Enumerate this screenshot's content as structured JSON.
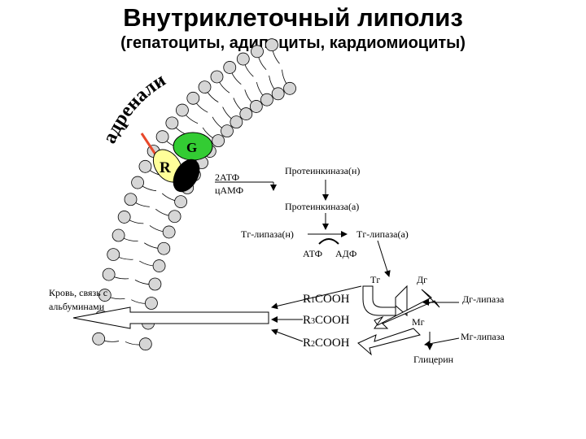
{
  "title": "Внутриклеточный липолиз",
  "subtitle": "(гепатоциты, адипоциты, кардиомиоциты)",
  "hormone_label": "адреналин",
  "receptor_label": "R",
  "gprotein_label": "G",
  "labels": {
    "atp2": "2АТФ",
    "camp": "цАМФ",
    "pk_inactive": "Протеинкиназа(н)",
    "pk_active": "Протеинкиназа(а)",
    "tg_lipase_inactive": "Тг-липаза(н)",
    "tg_lipase_active": "Тг-липаза(а)",
    "atp": "АТФ",
    "adp": "АДФ",
    "tg": "Тг",
    "dg": "Дг",
    "mg": "Мг",
    "r1": "R",
    "r1_sub": "1",
    "r1_suffix": "COOH",
    "r3": "R",
    "r3_sub": "3",
    "r3_suffix": "COOH",
    "r2": "R",
    "r2_sub": "2",
    "r2_suffix": "COOH",
    "dg_lipase": "Дг-липаза",
    "mg_lipase": "Мг-липаза",
    "glycerol": "Глицерин",
    "blood_line1": "Кровь, связь с",
    "blood_line2": "альбуминами"
  },
  "colors": {
    "lipid_head": "#d6d6d6",
    "receptor": "#ffff99",
    "gprotein": "#33cc33",
    "adenylate_cyclase": "#000000",
    "hormone_arrow": "#e8482a",
    "arrow_fill": "#ffffff"
  }
}
